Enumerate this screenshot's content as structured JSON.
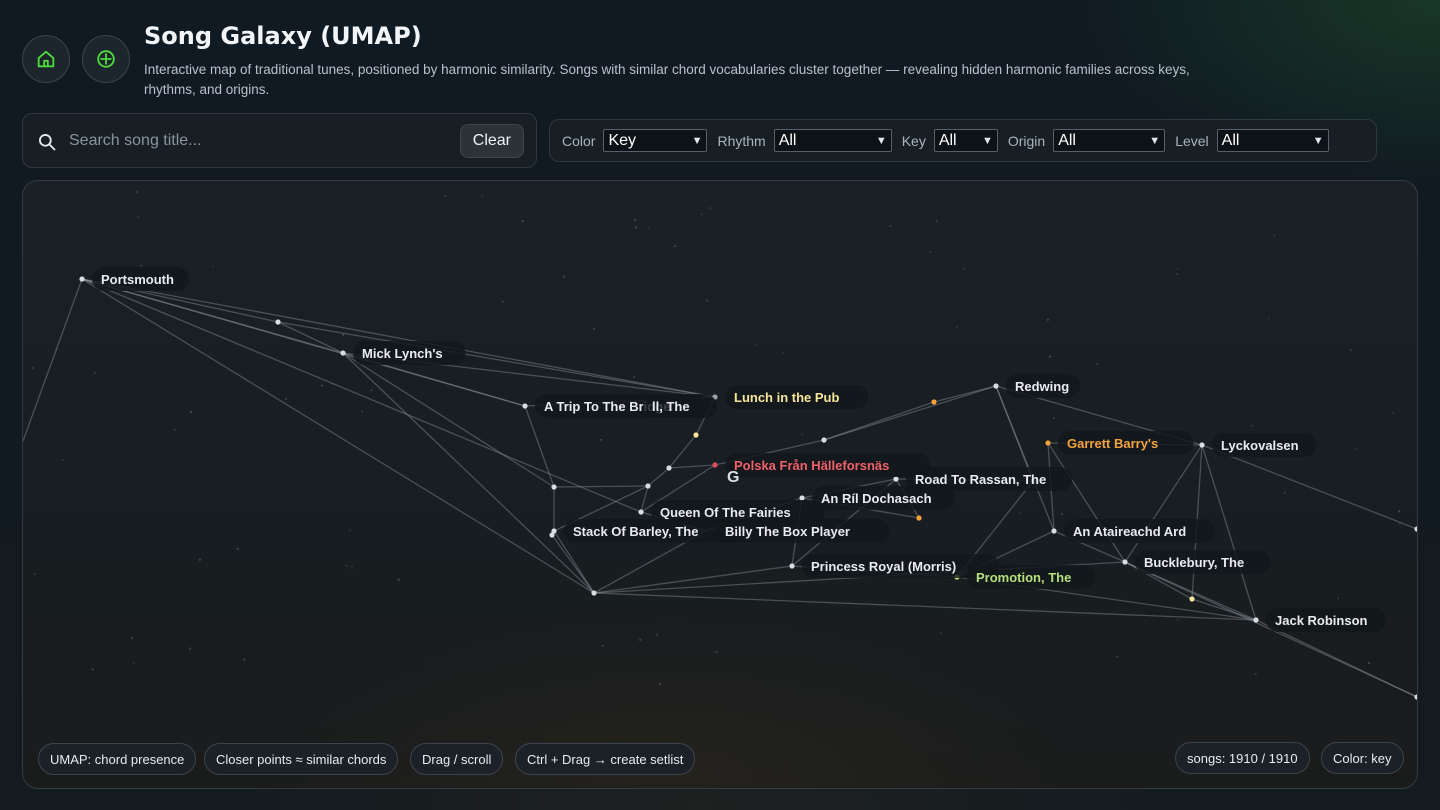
{
  "header": {
    "title": "Song Galaxy (UMAP)",
    "description": "Interactive map of traditional tunes, positioned by harmonic similarity. Songs with similar chord vocabularies cluster together — revealing hidden harmonic families across keys, rhythms, and origins.",
    "home_icon": "home-icon",
    "target_icon": "crosshair-icon"
  },
  "search": {
    "placeholder": "Search song title...",
    "value": "",
    "clear_label": "Clear"
  },
  "filters": [
    {
      "label": "Color",
      "value": "Key"
    },
    {
      "label": "Rhythm",
      "value": "All"
    },
    {
      "label": "Key",
      "value": "All"
    },
    {
      "label": "Origin",
      "value": "All"
    },
    {
      "label": "Level",
      "value": "All"
    }
  ],
  "colors": {
    "accent_green": "#4cdc3c",
    "label_default": "#e8ecf1",
    "label_yellow": "#f5e69a",
    "label_red": "#f0616a",
    "label_orange": "#f4a23c",
    "label_green": "#b4e07a"
  },
  "map": {
    "cursor_letter": "G",
    "songs": [
      {
        "name": "Portsmouth",
        "color": "#e8ecf1"
      },
      {
        "name": "Mick Lynch's",
        "color": "#e8ecf1"
      },
      {
        "name": "A Trip To The Bridge",
        "color": "#e8ecf1"
      },
      {
        "name": "ll, The",
        "color": "#e8ecf1"
      },
      {
        "name": "Lunch in the Pub",
        "color": "#f5e69a"
      },
      {
        "name": "Polska Från Hälleforsnäs",
        "color": "#f0616a"
      },
      {
        "name": "Redwing",
        "color": "#e8ecf1"
      },
      {
        "name": "Garrett Barry's",
        "color": "#f4a23c"
      },
      {
        "name": "Lyckovalsen",
        "color": "#e8ecf1"
      },
      {
        "name": "Road To Rassan, The",
        "color": "#e8ecf1"
      },
      {
        "name": "An Ríl Dochasach",
        "color": "#e8ecf1"
      },
      {
        "name": "Queen Of The Fairies",
        "color": "#e8ecf1"
      },
      {
        "name": "Stack Of Barley, The",
        "color": "#e8ecf1"
      },
      {
        "name": "Billy The Box Player",
        "color": "#e8ecf1"
      },
      {
        "name": "An Ataireachd Ard",
        "color": "#e8ecf1"
      },
      {
        "name": "Bucklebury, The",
        "color": "#e8ecf1"
      },
      {
        "name": "Princess Royal (Morris)",
        "color": "#e8ecf1"
      },
      {
        "name": "Promotion, The",
        "color": "#b4e07a"
      },
      {
        "name": "Jack Robinson",
        "color": "#e8ecf1"
      }
    ]
  },
  "footer": {
    "left_chips": [
      "UMAP: chord presence",
      "Closer points ≈ similar chords",
      "Drag / scroll",
      "Ctrl + Drag → create setlist"
    ],
    "songs_count": "songs: 1910 / 1910",
    "color_mode": "Color: key"
  }
}
